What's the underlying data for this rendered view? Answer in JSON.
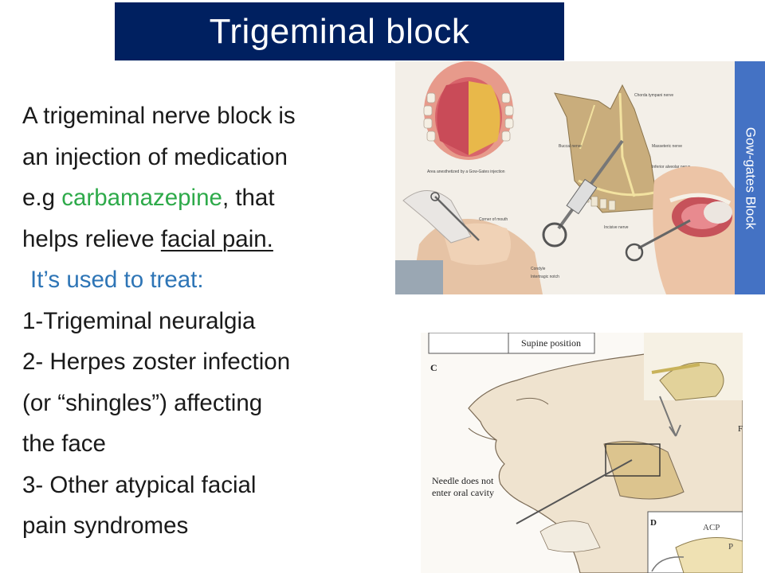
{
  "slide": {
    "title": "Trigeminal block",
    "text": {
      "line1": "A trigeminal nerve block is",
      "line2": "an injection of medication",
      "line3_prefix": "e.g ",
      "line3_drug": "carbamazepine",
      "line3_suffix": ", that",
      "line4_prefix": "helps relieve ",
      "line4_underlined": "facial pain.",
      "used_to_treat": "It’s used to treat:",
      "item1": "1-Trigeminal neuralgia",
      "item2": "2- Herpes zoster infection",
      "item2_cont": "(or “shingles”) affecting",
      "item2_cont2": "the face",
      "item3": "3- Other atypical facial",
      "item3_cont": "pain syndromes"
    },
    "side_tab": "Gow-gates Block"
  },
  "figure_top": {
    "labels": {
      "chorda": "Chorda tympani nerve",
      "buccal": "Buccal nerve",
      "masseteric": "Masseteric nerve",
      "inferior_alveolar": "Inferior alveolar nerve",
      "area": "Area anesthetized by a Gow-Gates injection",
      "corner": "Corner of mouth",
      "incisive": "Incisive nerve",
      "condyle": "Condyle",
      "intertragic": "Intertragic notch"
    }
  },
  "figure_bottom": {
    "labels": {
      "supine": "Supine position",
      "panel_c": "C",
      "needle_line1": "Needle does not",
      "needle_line2": "enter oral cavity",
      "f": "F",
      "panel_d": "D",
      "acp": "ACP",
      "p": "P"
    }
  },
  "colors": {
    "title_bg": "#002060",
    "drug_text": "#2eaa4a",
    "used_text": "#2e75b6",
    "side_tab_bg": "#4472c4"
  }
}
